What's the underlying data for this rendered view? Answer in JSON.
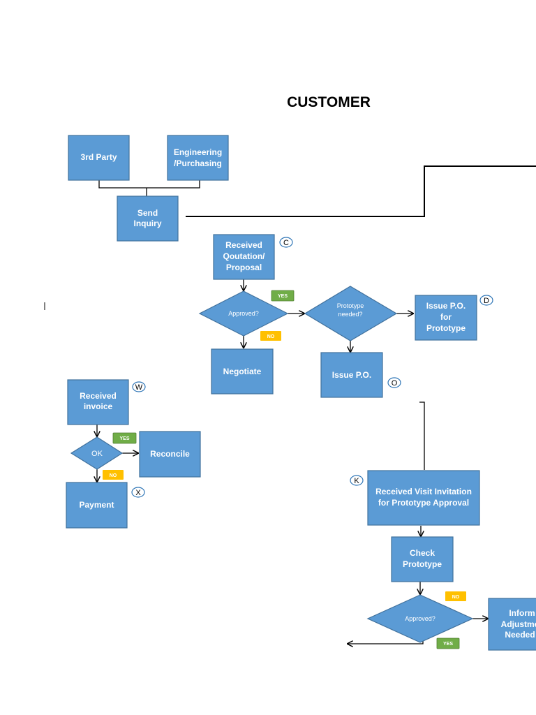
{
  "title": "CUSTOMER",
  "nodes": {
    "third_party": [
      "3rd Party"
    ],
    "engineering": [
      "Engineering",
      "/Purchasing"
    ],
    "send_inquiry": [
      "Send",
      "Inquiry"
    ],
    "received_quotation": [
      "Received",
      "Qoutation/",
      "Proposal"
    ],
    "approved_1": [
      "Approved?"
    ],
    "prototype_needed": [
      "Prototype",
      "needed?"
    ],
    "issue_po_prototype": [
      "Issue P.O.",
      "for",
      "Prototype"
    ],
    "negotiate": [
      "Negotiate"
    ],
    "issue_po": [
      "Issue P.O."
    ],
    "received_invoice": [
      "Received",
      "invoice"
    ],
    "ok": [
      "OK"
    ],
    "reconcile": [
      "Reconcile"
    ],
    "payment": [
      "Payment"
    ],
    "received_visit": [
      "Received Visit Invitation",
      "for Prototype Approval"
    ],
    "check_prototype": [
      "Check",
      "Prototype"
    ],
    "approved_2": [
      "Approved?"
    ],
    "inform": [
      "Inform",
      "Adjustme",
      "Needed"
    ]
  },
  "markers": {
    "c": "C",
    "d": "D",
    "o": "O",
    "w": "W",
    "x": "X",
    "k": "K"
  },
  "tags": {
    "yes": "YES",
    "no": "NO"
  },
  "colors": {
    "box_fill": "#5b9bd5",
    "box_stroke": "#41719c",
    "yes": "#70ad47",
    "no": "#ffc000"
  }
}
